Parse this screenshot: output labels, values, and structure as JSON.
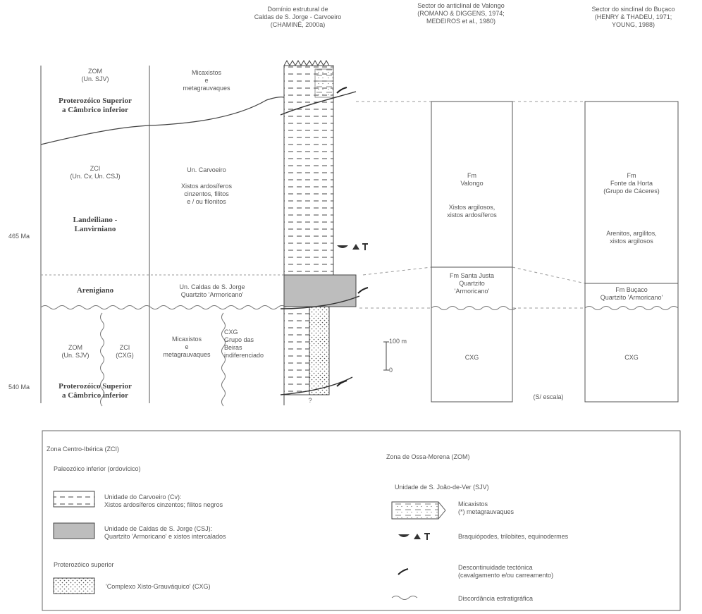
{
  "headers": {
    "domain": "Domínio estrutural de\nCaldas de S. Jorge - Carvoeiro\n(CHAMINÉ, 2000a)",
    "valongo": "Sector do anticlinal de Valongo\n(ROMANO & DIGGENS, 1974;\nMEDEIROS et al., 1980)",
    "bucaco": "Sector do sinclinal do Buçaco\n(HENRY & THADEU, 1971;\nYOUNG, 1988)"
  },
  "ages": {
    "upper": "465 Ma",
    "lower": "540 Ma"
  },
  "col1": {
    "zom_top": "ZOM\n(Un. SJV)",
    "prot_top": "Proterozóico Superior\na Câmbrico inferior",
    "zci": "ZCI\n(Un. Cv, Un. CSJ)",
    "landeiliano": "Landeiliano -\nLanvirniano",
    "arenigiano": "Arenigiano",
    "zom_bottom": "ZOM\n(Un. SJV)",
    "zci_bottom": "ZCI\n(CXG)",
    "prot_bottom": "Proterozóico Superior\na Câmbrico inferior"
  },
  "col2": {
    "micaxistos_top": "Micaxistos\ne\nmetagrauvaques",
    "carvoeiro": "Un. Carvoeiro",
    "xistos": "Xistos ardosíferos\ncinzentos, filitos\ne / ou filonitos",
    "caldas": "Un. Caldas de S. Jorge\nQuartzito 'Armoricano'",
    "micaxistos_bottom": "Micaxistos\ne\nmetagrauvaques",
    "cxg": "CXG\nGrupo das\nBeiras\nindiferenciado"
  },
  "column_q": "?",
  "valongo": {
    "fm": "Fm\nValongo",
    "xistos": "Xistos argilosos,\nxistos ardosíferos",
    "santa_justa": "Fm Santa Justa\nQuartzito\n'Armoricano'",
    "cxg": "CXG"
  },
  "scale": {
    "top": "100 m",
    "bottom": "0"
  },
  "sescala": "(S/ escala)",
  "bucaco": {
    "fm": "Fm\nFonte da Horta\n(Grupo de Cáceres)",
    "arenitos": "Arenitos, argilitos,\nxistos argilosos",
    "fm_bucaco": "Fm Buçaco\nQuartzito 'Armoricano'",
    "cxg": "CXG"
  },
  "legend": {
    "zci_title": "Zona Centro-Ibérica (ZCI)",
    "paleozoico": "Paleozóico inferior (ordovícico)",
    "cv": "Unidade do Carvoeiro (Cv):\nXistos ardosíferos cinzentos; filitos negros",
    "csj": "Unidade de Caldas de S. Jorge (CSJ):\nQuartzito 'Armoricano' e xistos intercalados",
    "proterozoico": "Proterozóico superior",
    "cxg": "'Complexo Xisto-Grauváquico' (CXG)",
    "zom_title": "Zona de Ossa-Morena (ZOM)",
    "sjv": "Unidade de S. João-de-Ver (SJV)",
    "micaxistos": "Micaxistos\n(*) metagrauvaques",
    "fossils": "Braquiópodes, trilobites, equinodermes",
    "tectonic": "Descontinuidade tectónica\n(cavalgamento e/ou carreamento)",
    "unconformity": "Discordância estratigráfica"
  }
}
